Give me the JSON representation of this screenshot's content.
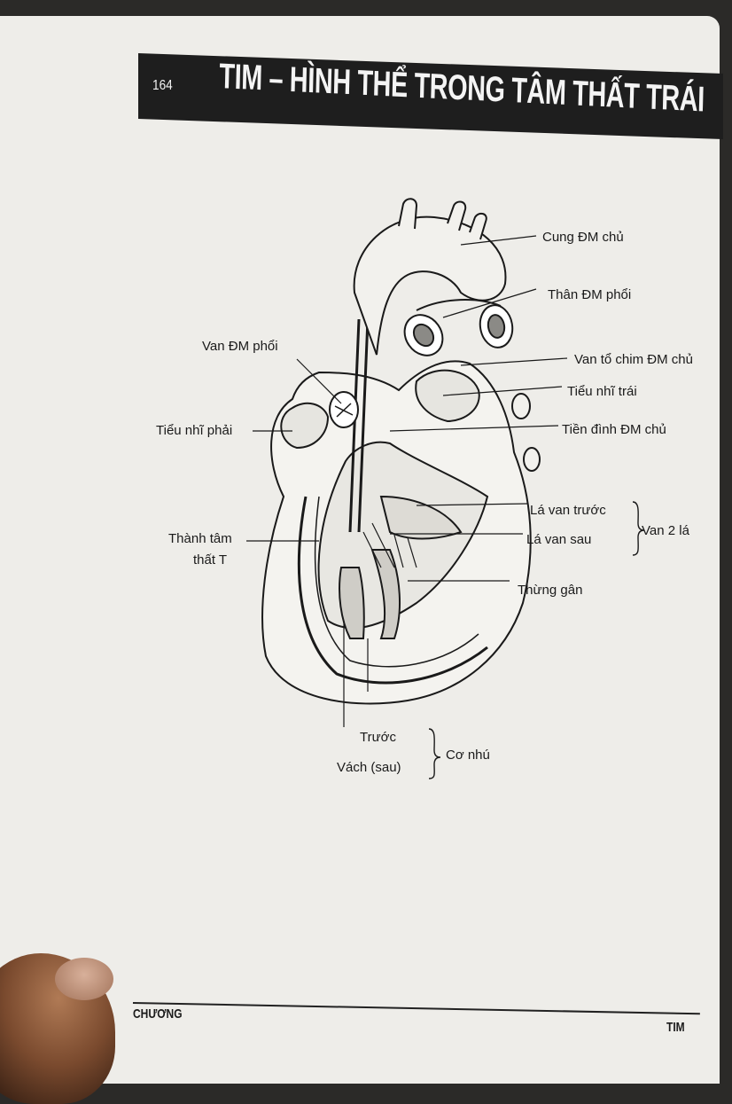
{
  "header": {
    "page_number": "164",
    "title": "TIM – HÌNH THỂ TRONG TÂM THẤT TRÁI"
  },
  "figure": {
    "labels": {
      "cung_dm_chu": "Cung ĐM chủ",
      "than_dm_phoi": "Thân ĐM phổi",
      "van_dm_phoi": "Van ĐM phổi",
      "van_to_chim": "Van tổ chim ĐM chủ",
      "tieu_nhi_trai": "Tiểu nhĩ trái",
      "tieu_nhi_phai": "Tiểu nhĩ phải",
      "tien_dinh": "Tiền đình ĐM chủ",
      "la_van_truoc": "Lá van trước",
      "la_van_sau": "Lá van sau",
      "van_2_la": "Van 2 lá",
      "thanh_tam_1": "Thành tâm",
      "thanh_tam_2": "thất T",
      "thung_gan": "Thừng gân",
      "truoc": "Trước",
      "vach_sau": "Vách (sau)",
      "co_nhu": "Cơ nhú"
    }
  },
  "footer": {
    "left": "CHƯƠNG",
    "right": "TIM"
  }
}
